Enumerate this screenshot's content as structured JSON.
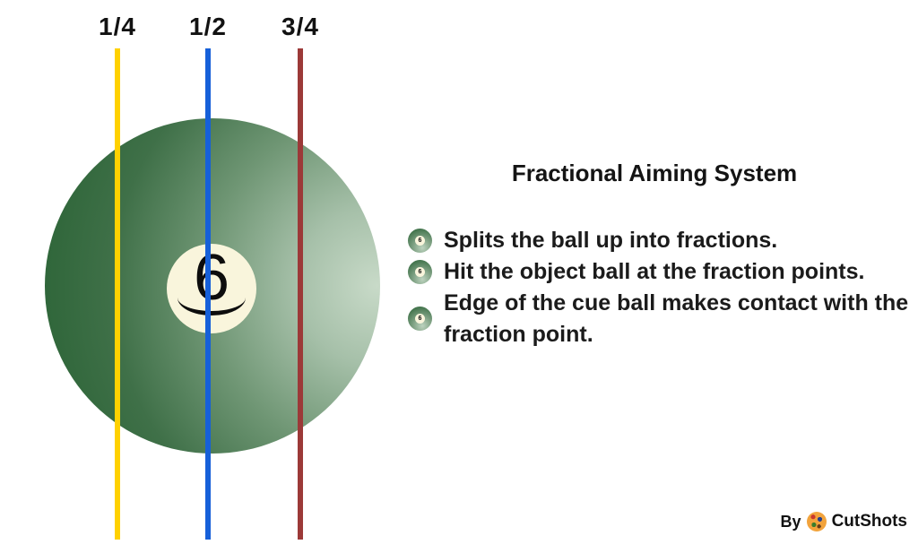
{
  "diagram": {
    "fractions": [
      {
        "label": "1/4",
        "color": "#FFD100"
      },
      {
        "label": "1/2",
        "color": "#1660D9"
      },
      {
        "label": "3/4",
        "color": "#9C3938"
      }
    ],
    "ball": {
      "number": "6",
      "color_dark": "#2A6335",
      "color_light": "#C8DAC8",
      "number_circle_color": "#F9F5DC"
    }
  },
  "panel": {
    "title": "Fractional Aiming System",
    "bullets": [
      "Splits the ball up into fractions.",
      "Hit the object ball at the fraction points.",
      "Edge of the cue ball makes contact with the fraction point."
    ]
  },
  "footer": {
    "prefix": "By",
    "brand": "CutShots",
    "logo_color": "#F2A33C"
  }
}
